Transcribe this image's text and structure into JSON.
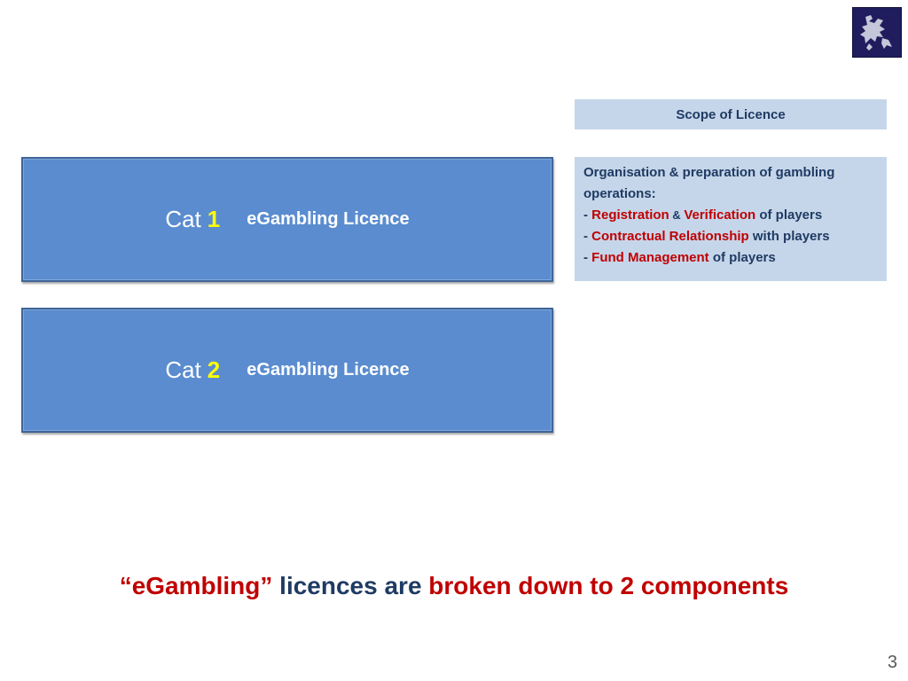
{
  "logo": {
    "icon": "lion-emblem-icon",
    "bg_color": "#1f1d5e"
  },
  "scope": {
    "header": "Scope of Licence",
    "intro_line1": "Organisation & preparation of gambling",
    "intro_line2": "operations:",
    "items": [
      {
        "dash": "- ",
        "part1": "Registration",
        "amp": " & ",
        "part2": "Verification",
        "tail": " of players"
      },
      {
        "dash": "- ",
        "part1": "Contractual Relationship",
        "tail": " with players"
      },
      {
        "dash": "- ",
        "part1": "Fund Management",
        "tail": " of players"
      }
    ]
  },
  "categories": [
    {
      "word": "Cat",
      "number": "1",
      "title": "eGambling Licence"
    },
    {
      "word": "Cat",
      "number": "2",
      "title": "eGambling Licence"
    }
  ],
  "tagline": {
    "quote_open": "“",
    "quoted": "eGambling",
    "quote_close": "”",
    "middle": " licences are ",
    "emphasis": "broken down to 2 components"
  },
  "page_number": "3",
  "colors": {
    "accent_red": "#c00000",
    "navy_text": "#1f3b63",
    "box_blue": "#5a8ccf",
    "panel_bg": "#c6d6ea",
    "highlight_yellow": "#ffff00"
  }
}
